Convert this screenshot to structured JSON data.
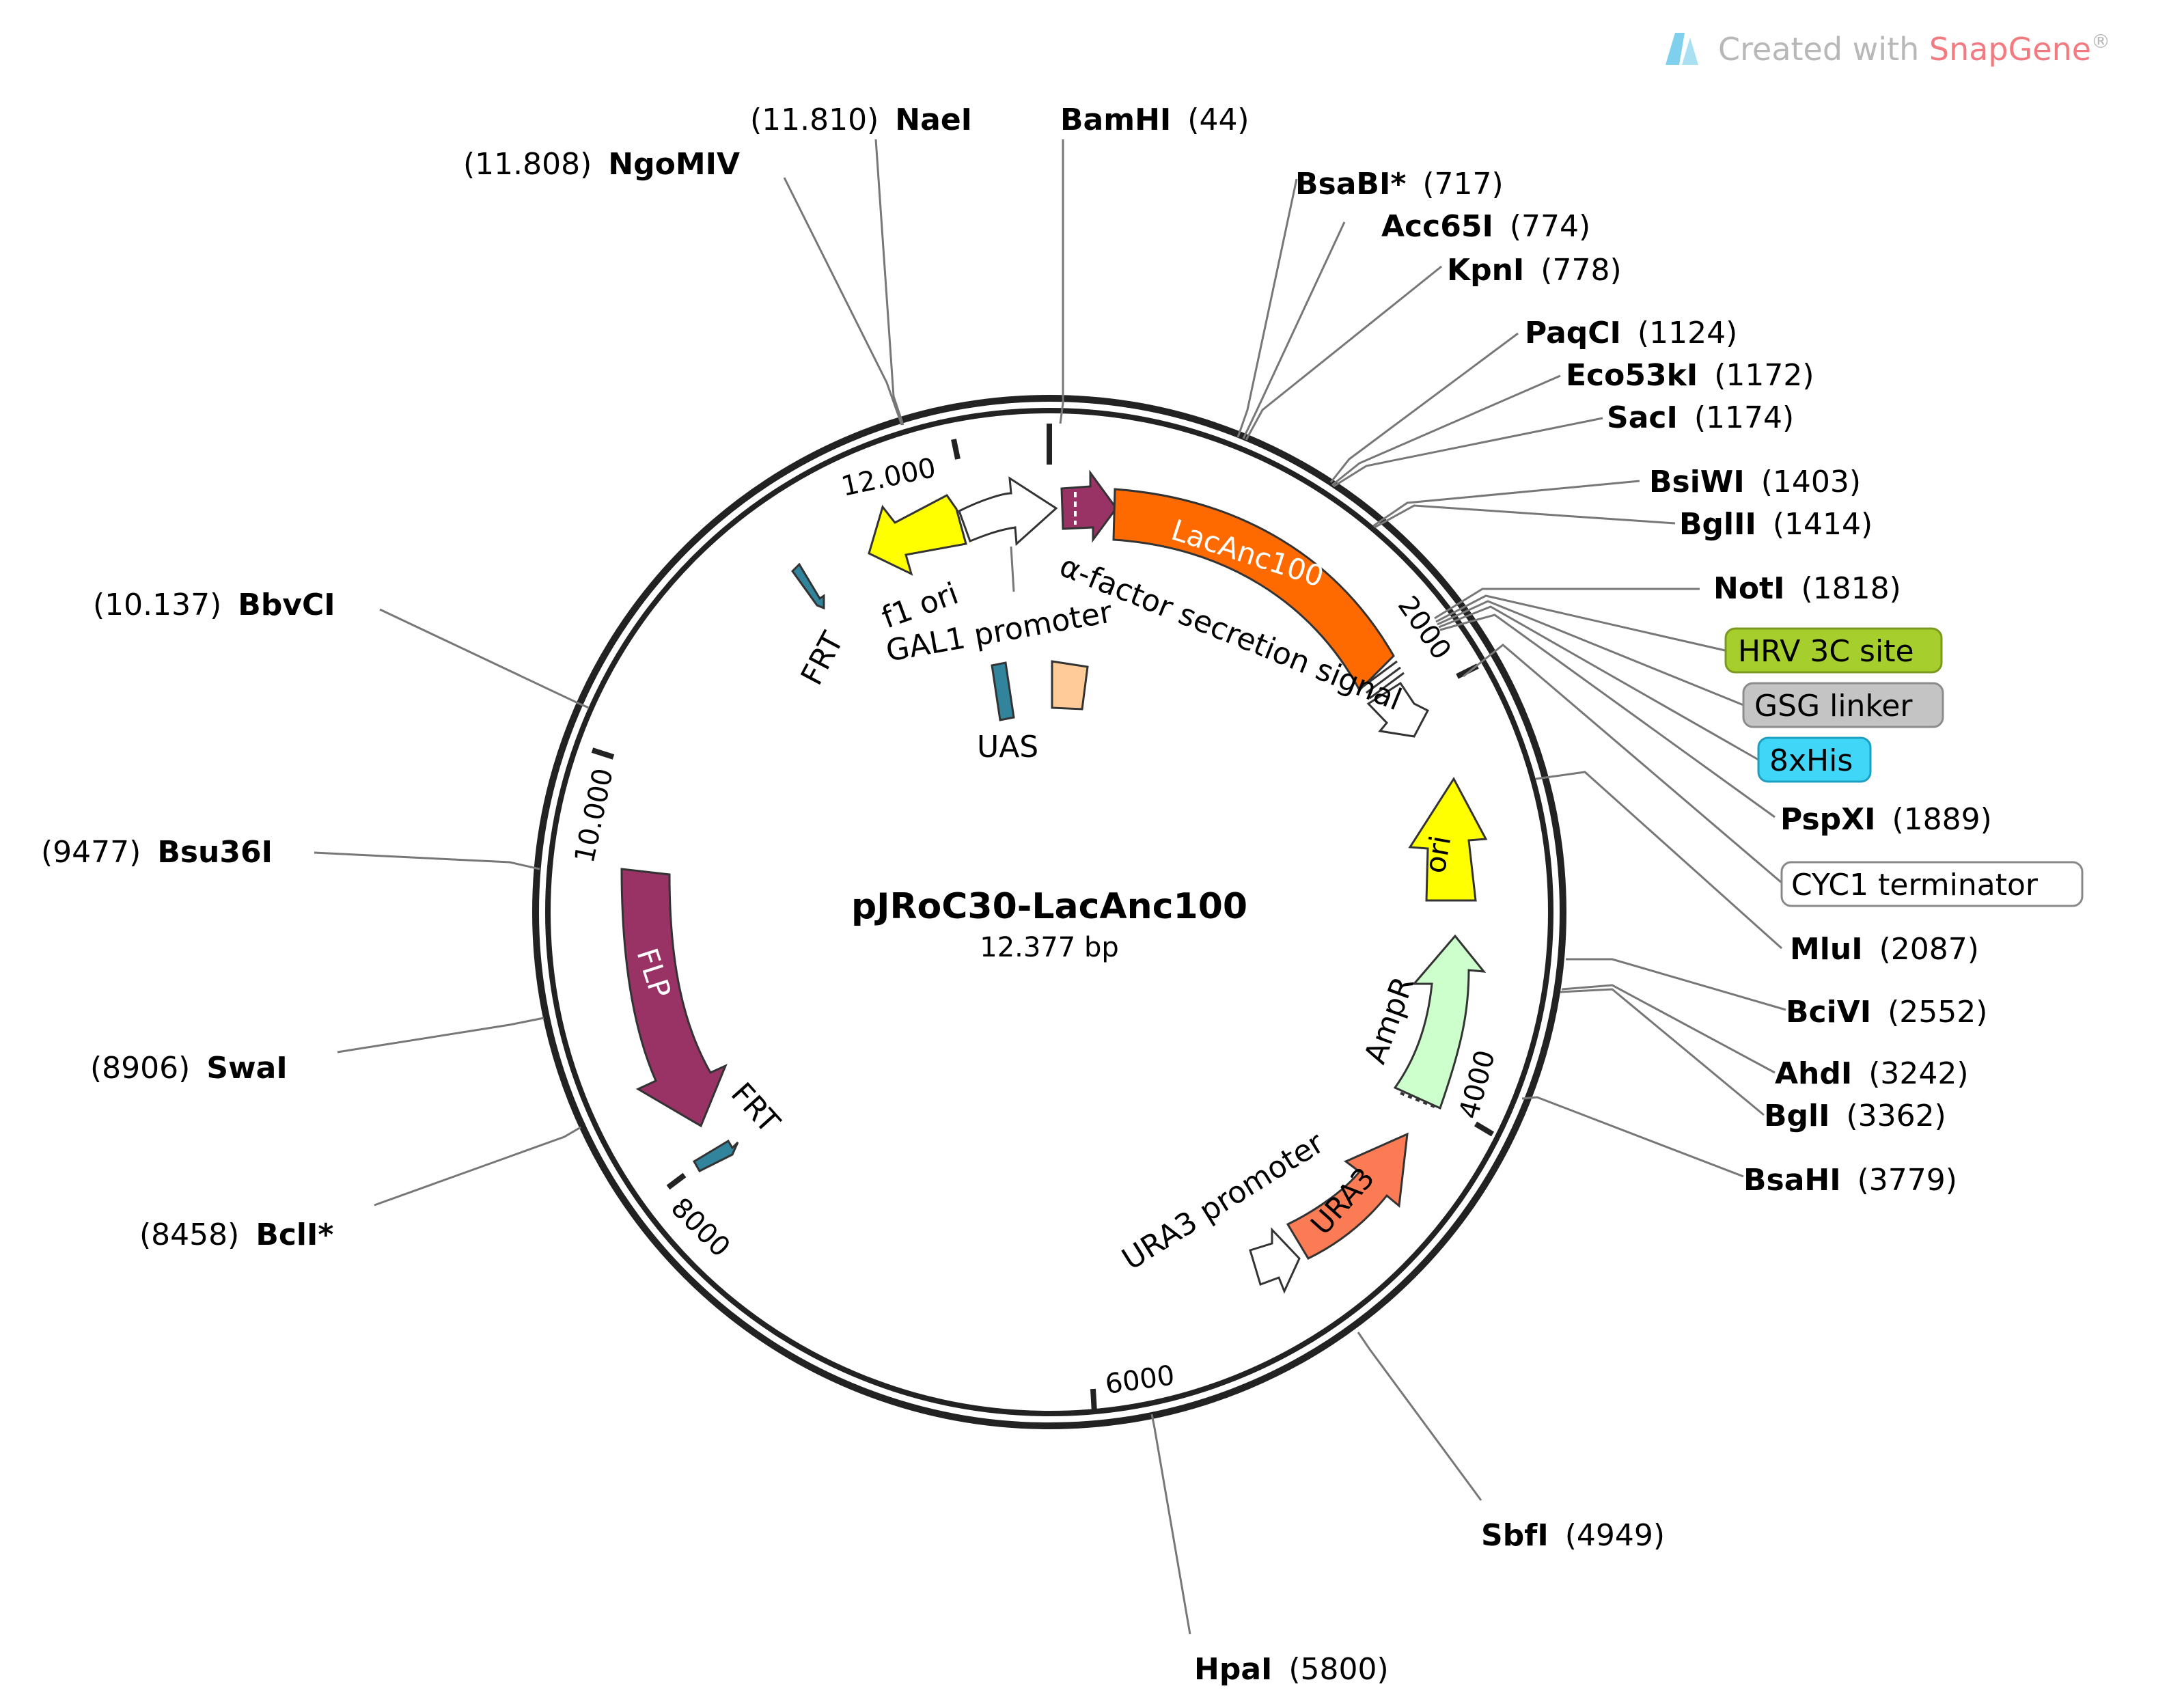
{
  "watermark": {
    "prefix": "Created with ",
    "brand": "SnapGene",
    "suffix": "®",
    "brand_color": "#f37a80",
    "text_color": "#b8b8b8"
  },
  "plasmid": {
    "name": "pJRoC30-LacAnc100",
    "length": "12.377 bp"
  },
  "sites": [
    {
      "name": "NaeI",
      "pos": "(11.810)"
    },
    {
      "name": "NgoMIV",
      "pos": "(11.808)"
    },
    {
      "name": "BamHI",
      "pos": "(44)"
    },
    {
      "name": "BsaBI*",
      "pos": "(717)"
    },
    {
      "name": "Acc65I",
      "pos": "(774)"
    },
    {
      "name": "KpnI",
      "pos": "(778)"
    },
    {
      "name": "PaqCI",
      "pos": "(1124)"
    },
    {
      "name": "Eco53kI",
      "pos": "(1172)"
    },
    {
      "name": "SacI",
      "pos": "(1174)"
    },
    {
      "name": "BsiWI",
      "pos": "(1403)"
    },
    {
      "name": "BglII",
      "pos": "(1414)"
    },
    {
      "name": "NotI",
      "pos": "(1818)"
    },
    {
      "name": "PspXI",
      "pos": "(1889)"
    },
    {
      "name": "MluI",
      "pos": "(2087)"
    },
    {
      "name": "BciVI",
      "pos": "(2552)"
    },
    {
      "name": "AhdI",
      "pos": "(3242)"
    },
    {
      "name": "BglI",
      "pos": "(3362)"
    },
    {
      "name": "BsaHI",
      "pos": "(3779)"
    },
    {
      "name": "SbfI",
      "pos": "(4949)"
    },
    {
      "name": "HpaI",
      "pos": "(5800)"
    },
    {
      "name": "BbvCI",
      "pos": "(10.137)"
    },
    {
      "name": "Bsu36I",
      "pos": "(9477)"
    },
    {
      "name": "SwaI",
      "pos": "(8906)"
    },
    {
      "name": "BclI*",
      "pos": "(8458)"
    }
  ],
  "pill_features": [
    {
      "label": "HRV 3C site",
      "color": "#a6cf2e"
    },
    {
      "label": "GSG linker",
      "color": "#c4c4c4"
    },
    {
      "label": "8xHis",
      "color": "#3fd6f8"
    },
    {
      "label": "CYC1 terminator",
      "color": "#ffffff"
    }
  ],
  "features": {
    "lacanc100": {
      "label": "LacAnc100",
      "color": "#ff6a00"
    },
    "ori": {
      "label": "ori",
      "color": "#ffff00"
    },
    "ampr": {
      "label": "AmpR",
      "color": "#ccffcc"
    },
    "ura3": {
      "label": "URA3",
      "color": "#fb7b54"
    },
    "ura3_promoter": {
      "label": "URA3 promoter",
      "color": "#ffffff"
    },
    "flp": {
      "label": "FLP",
      "color": "#993366"
    },
    "frt1": {
      "label": "FRT",
      "color": "#31849b"
    },
    "frt2": {
      "label": "FRT",
      "color": "#31849b"
    },
    "f1_ori": {
      "label": "f1 ori",
      "color": "#ffff00"
    },
    "gal1_promoter": {
      "label": "GAL1 promoter",
      "color": "#ffffff"
    },
    "alpha_factor": {
      "label": "α-factor secretion signal",
      "color": "#993366"
    },
    "uas": {
      "label": "UAS",
      "color": "#31849b"
    },
    "uas_box2": {
      "color": "#ffcc99"
    }
  },
  "ticks": [
    "12.000",
    "2000",
    "4000",
    "6000",
    "8000",
    "10.000"
  ]
}
